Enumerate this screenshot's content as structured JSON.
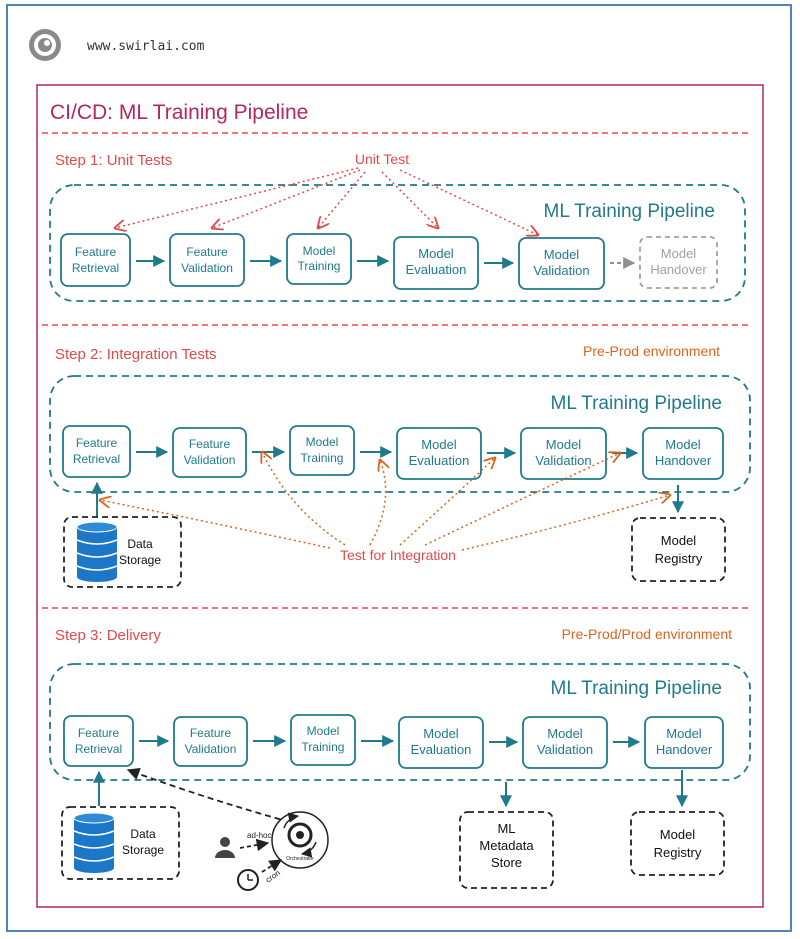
{
  "header": {
    "site": "www.swirlai.com"
  },
  "title": "CI/CD: ML Training Pipeline",
  "colors": {
    "brand": "#b5265f",
    "teal": "#1f7a8c",
    "step": "#e04a4a",
    "env": "#d9641c",
    "frame": "#4f86b8",
    "storage": "#1d77c9",
    "gray": "#a0a0a0"
  },
  "stage_names": {
    "feature_retrieval": [
      "Feature",
      "Retrieval"
    ],
    "feature_validation": [
      "Feature",
      "Validation"
    ],
    "model_training": [
      "Model",
      "Training"
    ],
    "model_evaluation": [
      "Model",
      "Evaluation"
    ],
    "model_validation": [
      "Model",
      "Validation"
    ],
    "model_handover": [
      "Model",
      "Handover"
    ]
  },
  "pipeline_label": "ML Training Pipeline",
  "step1": {
    "title": "Step 1: Unit Tests",
    "test_label": "Unit Test"
  },
  "step2": {
    "title": "Step 2: Integration Tests",
    "env": "Pre-Prod environment",
    "test_label": "Test for Integration",
    "storage": [
      "Data",
      "Storage"
    ],
    "registry": [
      "Model",
      "Registry"
    ]
  },
  "step3": {
    "title": "Step 3: Delivery",
    "env": "Pre-Prod/Prod environment",
    "storage": [
      "Data",
      "Storage"
    ],
    "metadata": [
      "ML",
      "Metadata",
      "Store"
    ],
    "registry": [
      "Model",
      "Registry"
    ],
    "orchestrator": "Orchestrator",
    "adhoc": "ad-hoc",
    "cron": "cron"
  }
}
